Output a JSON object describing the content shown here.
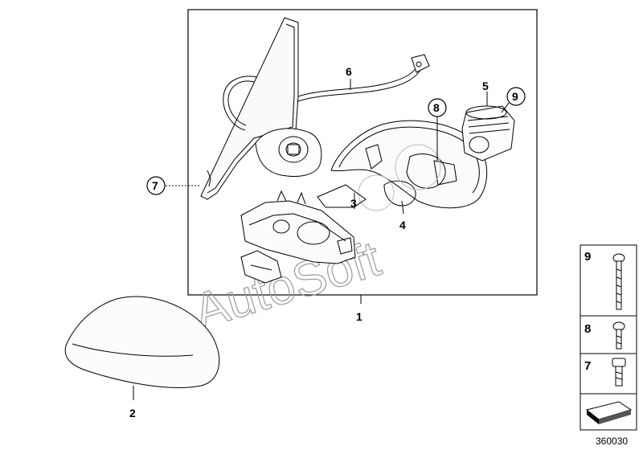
{
  "callouts": {
    "c1": "1",
    "c2": "2",
    "c3": "3",
    "c4": "4",
    "c5": "5",
    "c6": "6",
    "c7": "7",
    "c8": "8",
    "c9": "9"
  },
  "side_panel": {
    "rows": [
      {
        "number": "9",
        "icon": "long-screw-icon"
      },
      {
        "number": "8",
        "icon": "short-screw-icon"
      },
      {
        "number": "7",
        "icon": "hex-screw-icon"
      }
    ],
    "arrow_icon": "direction-arrow-icon"
  },
  "watermark": "AutoSoft",
  "diagram_code": "360030"
}
